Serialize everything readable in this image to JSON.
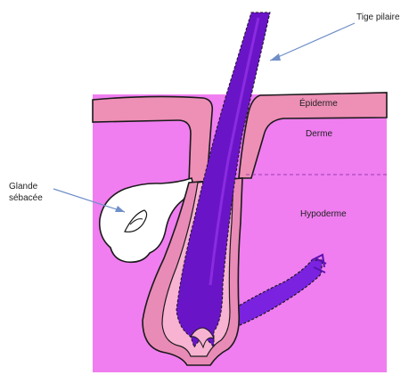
{
  "labels": {
    "tige_pilaire": "Tige pilaire",
    "epiderme": "Épiderme",
    "derme": "Derme",
    "hypoderme": "Hypoderme",
    "glande_line1": "Glande",
    "glande_line2": "sébacée"
  },
  "colors": {
    "skin_background": "#f07ef0",
    "epidermis": "#ee8fb6",
    "follicle_sheath": "#e98bb7",
    "inner_sheath": "#f7b3d1",
    "hair_shaft": "#6a14c8",
    "hair_shaft_light": "#8b2be0",
    "sebaceous_gland": "#ffffff",
    "muscle": "#7a22e0",
    "outline": "#1a1a1a",
    "arrow": "#6f8fc8"
  }
}
